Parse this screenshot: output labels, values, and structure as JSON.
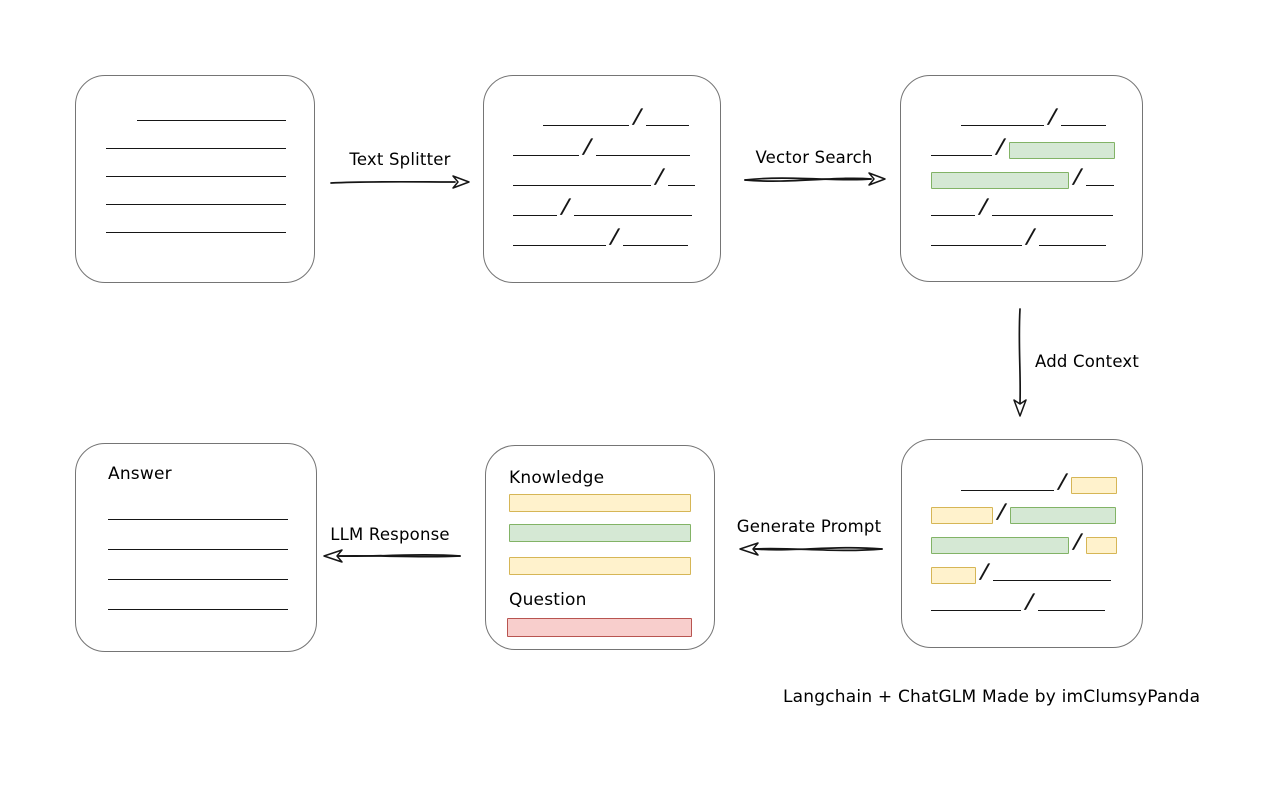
{
  "caption": "Langchain + ChatGLM Made by imClumsyPanda",
  "colors": {
    "green_fill": "#d5e8d4",
    "green_stroke": "#82b366",
    "yellow_fill": "#fff2cc",
    "yellow_stroke": "#d6b656",
    "red_fill": "#f8cecc",
    "red_stroke": "#b85450",
    "box_stroke": "#757575",
    "ink": "#161616"
  },
  "arrows": {
    "text_splitter": {
      "label": "Text Splitter",
      "direction": "right"
    },
    "vector_search": {
      "label": "Vector Search",
      "direction": "right"
    },
    "add_context": {
      "label": "Add Context",
      "direction": "down"
    },
    "generate_prompt": {
      "label": "Generate Prompt",
      "direction": "left"
    },
    "llm_response": {
      "label": "LLM Response",
      "direction": "left"
    }
  },
  "boxes": {
    "source_document": {
      "lines": [
        {
          "indent": 31,
          "w": 149
        },
        {
          "indent": 0,
          "w": 180
        },
        {
          "indent": 0,
          "w": 180
        },
        {
          "indent": 0,
          "w": 180
        },
        {
          "indent": 0,
          "w": 180
        }
      ]
    },
    "split_chunks": {
      "rows": [
        {
          "indent": 30,
          "segs": [
            {
              "t": "line",
              "w": 86
            },
            {
              "t": "slash"
            },
            {
              "t": "line",
              "w": 43
            }
          ]
        },
        {
          "indent": 0,
          "segs": [
            {
              "t": "line",
              "w": 66
            },
            {
              "t": "slash"
            },
            {
              "t": "line",
              "w": 94
            }
          ]
        },
        {
          "indent": 0,
          "segs": [
            {
              "t": "line",
              "w": 138
            },
            {
              "t": "slash"
            },
            {
              "t": "line",
              "w": 27
            }
          ]
        },
        {
          "indent": 0,
          "segs": [
            {
              "t": "line",
              "w": 44
            },
            {
              "t": "slash"
            },
            {
              "t": "line",
              "w": 118
            }
          ]
        },
        {
          "indent": 0,
          "segs": [
            {
              "t": "line",
              "w": 93
            },
            {
              "t": "slash"
            },
            {
              "t": "line",
              "w": 65
            }
          ]
        }
      ]
    },
    "vector_results": {
      "rows": [
        {
          "indent": 30,
          "segs": [
            {
              "t": "line",
              "w": 83
            },
            {
              "t": "slash"
            },
            {
              "t": "line",
              "w": 45
            }
          ]
        },
        {
          "indent": 0,
          "segs": [
            {
              "t": "line",
              "w": 61
            },
            {
              "t": "slash"
            },
            {
              "t": "bar",
              "c": "green",
              "w": 106
            }
          ]
        },
        {
          "indent": 0,
          "segs": [
            {
              "t": "bar",
              "c": "green",
              "w": 138
            },
            {
              "t": "slash"
            },
            {
              "t": "line",
              "w": 28
            }
          ]
        },
        {
          "indent": 0,
          "segs": [
            {
              "t": "line",
              "w": 44
            },
            {
              "t": "slash"
            },
            {
              "t": "line",
              "w": 121
            }
          ]
        },
        {
          "indent": 0,
          "segs": [
            {
              "t": "line",
              "w": 91
            },
            {
              "t": "slash"
            },
            {
              "t": "line",
              "w": 67
            }
          ]
        }
      ]
    },
    "context_chunks": {
      "rows": [
        {
          "indent": 30,
          "segs": [
            {
              "t": "line",
              "w": 93
            },
            {
              "t": "slash"
            },
            {
              "t": "bar",
              "c": "yellow",
              "w": 46
            }
          ]
        },
        {
          "indent": 0,
          "segs": [
            {
              "t": "bar",
              "c": "yellow",
              "w": 62
            },
            {
              "t": "slash"
            },
            {
              "t": "bar",
              "c": "green",
              "w": 106
            }
          ]
        },
        {
          "indent": 0,
          "segs": [
            {
              "t": "bar",
              "c": "green",
              "w": 138
            },
            {
              "t": "slash"
            },
            {
              "t": "bar",
              "c": "yellow",
              "w": 31
            }
          ]
        },
        {
          "indent": 0,
          "segs": [
            {
              "t": "bar",
              "c": "yellow",
              "w": 45
            },
            {
              "t": "slash"
            },
            {
              "t": "line",
              "w": 118
            }
          ]
        },
        {
          "indent": 0,
          "segs": [
            {
              "t": "line",
              "w": 90
            },
            {
              "t": "slash"
            },
            {
              "t": "line",
              "w": 67
            }
          ]
        }
      ]
    },
    "prompt": {
      "knowledge_label": "Knowledge",
      "question_label": "Question",
      "knowledge_bars": [
        {
          "c": "yellow",
          "w": 182
        },
        {
          "c": "green",
          "w": 182
        },
        {
          "c": "yellow",
          "w": 182
        }
      ],
      "question_bar": {
        "c": "red",
        "w": 185
      }
    },
    "answer": {
      "label": "Answer",
      "lines": [
        {
          "w": 180
        },
        {
          "w": 180
        },
        {
          "w": 180
        },
        {
          "w": 180
        }
      ]
    }
  }
}
